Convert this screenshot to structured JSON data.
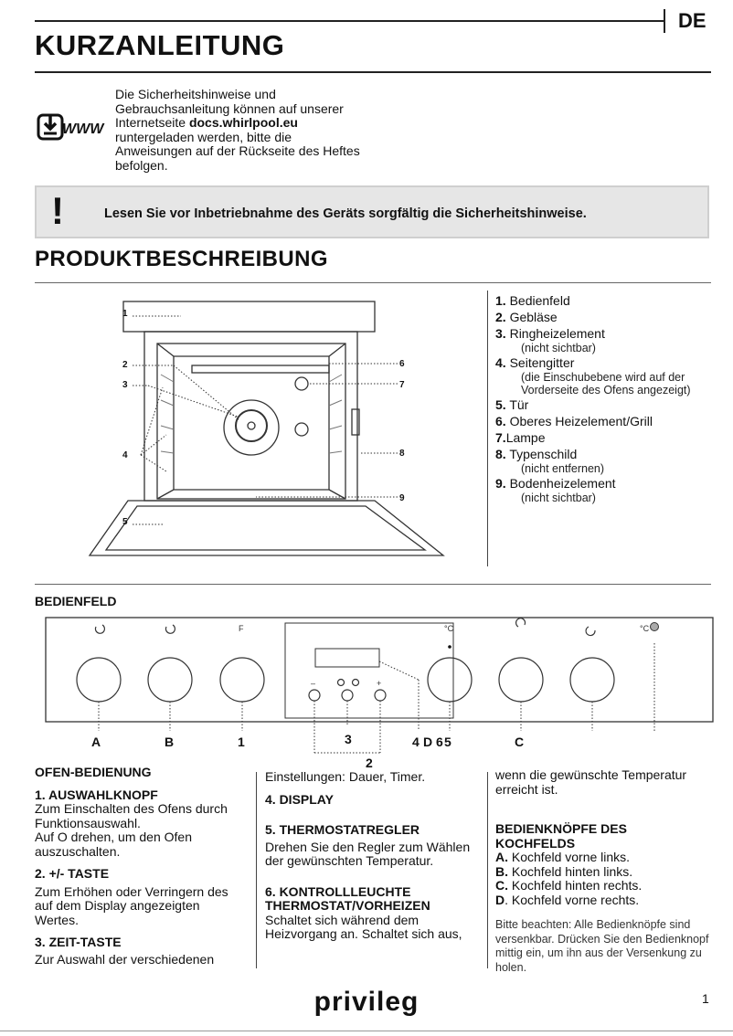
{
  "header": {
    "lang": "DE",
    "title": "KURZANLEITUNG"
  },
  "download": {
    "icon": "download-www-icon",
    "icon_text": "WWW",
    "line1": "Die Sicherheitshinweise und",
    "line2": "Gebrauchsanleitung können auf unserer",
    "line3_pre": "Internetseite ",
    "line3_bold": "docs.whirlpool.eu",
    "line4": "runtergeladen werden, bitte die",
    "line5": "Anweisungen auf der Rückseite des Heftes",
    "line6": "befolgen."
  },
  "warning": {
    "mark": "!",
    "text": "Lesen Sie vor Inbetriebnahme des Geräts sorgfältig die Sicherheitshinweise."
  },
  "product": {
    "title": "PRODUKTBESCHREIBUNG",
    "parts": [
      {
        "num": "1.",
        "label": "Bedienfeld",
        "sub": ""
      },
      {
        "num": "2.",
        "label": "Gebläse",
        "sub": ""
      },
      {
        "num": "3.",
        "label": "Ringheizelement",
        "sub": "(nicht sichtbar)"
      },
      {
        "num": "4.",
        "label": "Seitengitter",
        "sub": "(die Einschubebene wird auf der Vorderseite des Ofens angezeigt)"
      },
      {
        "num": "5.",
        "label": "Tür",
        "sub": ""
      },
      {
        "num": "6.",
        "label": "Oberes Heizelement/Grill",
        "sub": ""
      },
      {
        "num": "7.",
        "label": "Lampe",
        "sub": ""
      },
      {
        "num": "8.",
        "label": "Typenschild",
        "sub": "(nicht entfernen)"
      },
      {
        "num": "9.",
        "label": "Bodenheizelement",
        "sub": "(nicht sichtbar)"
      }
    ],
    "diagram_labels": [
      "1",
      "2",
      "3",
      "4",
      "5",
      "6",
      "7",
      "8",
      "9"
    ]
  },
  "panel": {
    "title": "BEDIENFELD",
    "knob_symbols": [
      "F",
      "°C",
      "°C"
    ],
    "display_symbols": [
      "–",
      "+"
    ],
    "bottom_labels": [
      "A",
      "B",
      "1",
      "3",
      "4",
      "D",
      "6",
      "5",
      "C",
      "2"
    ]
  },
  "col1": {
    "title": "OFEN-BEDIENUNG",
    "h1": "1. AUSWAHLKNOPF",
    "t1a": "Zum Einschalten des Ofens durch Funktionsauswahl.",
    "t1b": "Auf  O drehen, um den Ofen auszuschalten.",
    "h2": "2. +/- TASTE",
    "t2": "Zum Erhöhen oder Verringern des auf dem Display angezeigten Wertes.",
    "h3": "3. ZEIT-TASTE",
    "t3": "Zur Auswahl der verschiedenen"
  },
  "col2": {
    "t3b": "Einstellungen: Dauer,  Timer.",
    "h4": "4. DISPLAY",
    "h5": "5. THERMOSTATREGLER",
    "t5": "Drehen Sie den Regler zum Wählen der gewünschten Temperatur.",
    "h6a": "6. KONTROLLLEUCHTE",
    "h6b": "THERMOSTAT/VORHEIZEN",
    "t6": "Schaltet sich während dem Heizvorgang an. Schaltet sich aus,"
  },
  "col3": {
    "t6b": "wenn die gewünschte Temperatur erreicht ist.",
    "h7a": "BEDIENKNÖPFE DES",
    "h7b": "KOCHFELDS",
    "items": [
      {
        "letter": "A.",
        "text": " Kochfeld vorne links."
      },
      {
        "letter": "B.",
        "text": " Kochfeld hinten links."
      },
      {
        "letter": "C.",
        "text": " Kochfeld hinten rechts."
      },
      {
        "letter": "D",
        "text": ". Kochfeld vorne rechts."
      }
    ],
    "note": "Bitte beachten: Alle Bedienknöpfe sind versenkbar. Drücken Sie den Bedienknopf mittig ein, um ihn aus der Versenkung zu holen."
  },
  "footer": {
    "brand": "privileg",
    "page": "1"
  }
}
